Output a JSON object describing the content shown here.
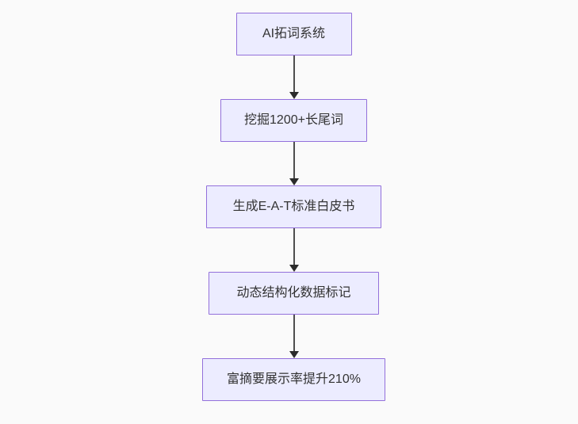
{
  "diagram": {
    "kind": "flowchart",
    "direction": "top-down",
    "colors": {
      "background": "#fafafa",
      "node_fill": "#ECECFF",
      "node_border": "#9370DB",
      "node_text": "#333333",
      "edge_line": "#4e4e4e",
      "arrowhead": "#2b2b2b"
    },
    "nodes": [
      {
        "label": "AI拓词系统"
      },
      {
        "label": "挖掘1200+长尾词"
      },
      {
        "label": "生成E-A-T标准白皮书"
      },
      {
        "label": "动态结构化数据标记"
      },
      {
        "label": "富摘要展示率提升210%"
      }
    ],
    "edges": [
      {
        "from": "AI拓词系统",
        "to": "挖掘1200+长尾词"
      },
      {
        "from": "挖掘1200+长尾词",
        "to": "生成E-A-T标准白皮书"
      },
      {
        "from": "生成E-A-T标准白皮书",
        "to": "动态结构化数据标记"
      },
      {
        "from": "动态结构化数据标记",
        "to": "富摘要展示率提升210%"
      }
    ]
  }
}
